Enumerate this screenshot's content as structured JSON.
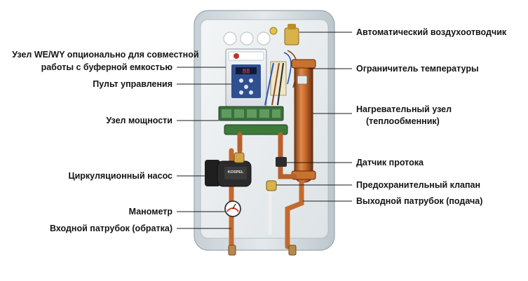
{
  "diagram": {
    "labels_left": [
      {
        "id": "we-wy-unit",
        "lines": [
          "Узел WE/WY опционально для совместной",
          "работы с буферной емкостью"
        ]
      },
      {
        "id": "control-panel",
        "lines": [
          "Пульт управления"
        ]
      },
      {
        "id": "power-unit",
        "lines": [
          "Узел мощности"
        ]
      },
      {
        "id": "circulation-pump",
        "lines": [
          "Циркуляционный насос"
        ]
      },
      {
        "id": "manometer",
        "lines": [
          "Манометр"
        ]
      },
      {
        "id": "inlet-pipe",
        "lines": [
          "Входной патрубок (обратка)"
        ]
      }
    ],
    "labels_right": [
      {
        "id": "air-vent",
        "lines": [
          "Автоматический воздухоотводчик"
        ]
      },
      {
        "id": "temp-limiter",
        "lines": [
          "Ограничитель температуры"
        ]
      },
      {
        "id": "heating-unit",
        "lines": [
          "Нагревательный узел",
          "(теплообменник)"
        ]
      },
      {
        "id": "flow-sensor",
        "lines": [
          "Датчик протока"
        ]
      },
      {
        "id": "safety-valve",
        "lines": [
          "Предохранительный клапан"
        ]
      },
      {
        "id": "outlet-pipe",
        "lines": [
          "Выходной патрубок (подача)"
        ]
      }
    ],
    "device": {
      "panel_display": "88",
      "pump_brand": "KOSPEL"
    }
  }
}
